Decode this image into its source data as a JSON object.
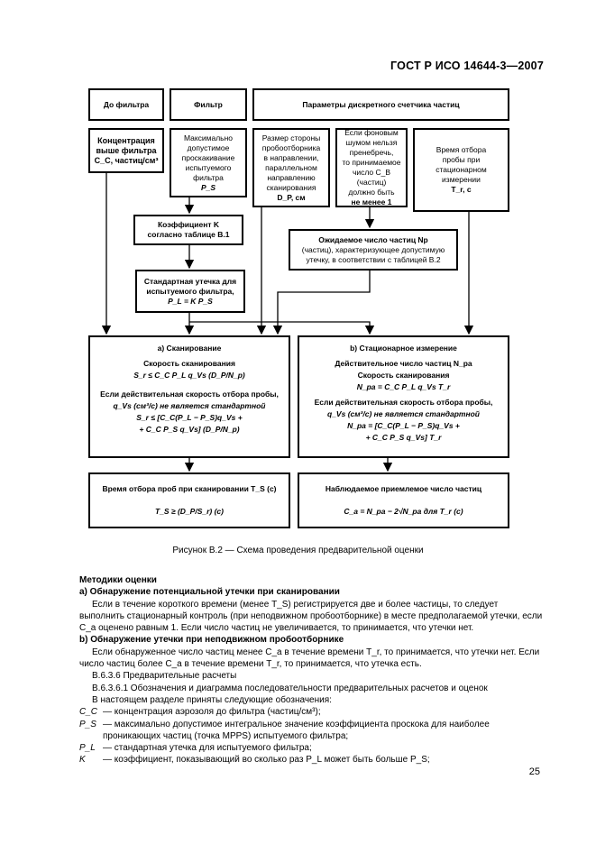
{
  "header": {
    "doc_id": "ГОСТ Р ИСО 14644-3—2007"
  },
  "diagram": {
    "top_labels": {
      "before_filter": "До фильтра",
      "filter": "Фильтр",
      "counter_params": "Параметры дискретного счетчика частиц"
    },
    "box_concentration": [
      "Концентрация",
      "выше фильтра",
      "C_C, частиц/см³"
    ],
    "box_max_penetration": [
      "Максимально",
      "допустимое",
      "проскакивание",
      "испытуемого",
      "фильтра",
      "P_S"
    ],
    "box_probe_size": [
      "Размер стороны",
      "пробоотборника",
      "в направлении,",
      "параллельном",
      "направлению",
      "сканирования",
      "D_P, см"
    ],
    "box_background": [
      "Если фоновым",
      "шумом нельзя",
      "пренебречь,",
      "то принимаемое",
      "число C_B (частиц)",
      "должно быть",
      "не менее 1"
    ],
    "box_sample_time": [
      "Время отбора",
      "пробы при",
      "стационарном",
      "измерении",
      "T_r, с"
    ],
    "box_coefficient": [
      "Коэффициент K",
      "согласно таблице В.1"
    ],
    "box_expected_count": [
      "Ожидаемое число частиц Np",
      "(частиц), характеризующее допустимую",
      "утечку, в соответствии с таблицей В.2"
    ],
    "box_standard_leak": [
      "Стандартная утечка для",
      "испытуемого фильтра,",
      "P_L = K P_S"
    ],
    "box_scanning": {
      "title": "a) Сканирование",
      "l1": "Скорость сканирования",
      "l2": "S_r ≤ C_C P_L q_Vs (D_P/N_p)",
      "l3": "Если действительная скорость отбора пробы,",
      "l4": "q_Vs (см³/с) не является стандартной",
      "l5": "S_r ≤ [C_C(P_L − P_S)q_Vs +",
      "l6": "+ C_C P_S q_Vs] (D_P/N_p)"
    },
    "box_stationary": {
      "title": "b) Стационарное измерение",
      "l1": "Действительное число частиц N_pa",
      "l2": "Скорость сканирования",
      "l3": "N_pa = C_C P_L q_Vs T_r",
      "l4": "Если действительная скорость отбора пробы,",
      "l5": "q_Vs (см³/с) не является стандартной",
      "l6": "N_pa = [C_C(P_L − P_S)q_Vs +",
      "l7": "+ C_C P_S q_Vs] T_r"
    },
    "box_sampling_time": {
      "l1": "Время отбора проб при сканировании T_S (с)",
      "l2": "T_S ≥ (D_P/S_r) (с)"
    },
    "box_observed": {
      "l1": "Наблюдаемое приемлемое число частиц",
      "l2": "C_a = N_pa − 2√N_pa для T_r (с)"
    }
  },
  "caption": "Рисунок В.2 — Схема проведения предварительной оценки",
  "body": {
    "methods_title": "Методики оценки",
    "a_title": "а) Обнаружение потенциальной утечки при сканировании",
    "a_text": "Если в течение короткого времени (менее T_S) регистрируется две и более частицы, то следует выполнить стационарный контроль (при неподвижном пробоотборнике) в месте предполагаемой утечки, если C_a оценено равным 1. Если число частиц не увеличивается, то принимается, что утечки нет.",
    "b_title": "b) Обнаружение утечки при неподвижном пробоотборнике",
    "b_text": "Если обнаруженное число частиц менее C_a в течение времени T_r, то принимается, что утечки нет. Если число частиц более C_a в течение времени T_r, то принимается, что утечка есть.",
    "s1": "В.6.3.6 Предварительные расчеты",
    "s2": "В.6.3.6.1 Обозначения и диаграмма последовательности предварительных расчетов и оценок",
    "s3": "В настоящем разделе приняты следующие обозначения:",
    "defs": [
      {
        "k": "C_C",
        "v": "— концентрация аэрозоля до фильтра (частиц/см³);"
      },
      {
        "k": "P_S",
        "v": "— максимально допустимое интегральное значение коэффициента проскока для наиболее проникающих частиц (точка MPPS) испытуемого фильтра;"
      },
      {
        "k": "P_L",
        "v": "— стандартная утечка для испытуемого фильтра;"
      },
      {
        "k": "K",
        "v": "— коэффициент, показывающий во сколько раз P_L может быть больше P_S;"
      }
    ]
  },
  "page_number": "25"
}
